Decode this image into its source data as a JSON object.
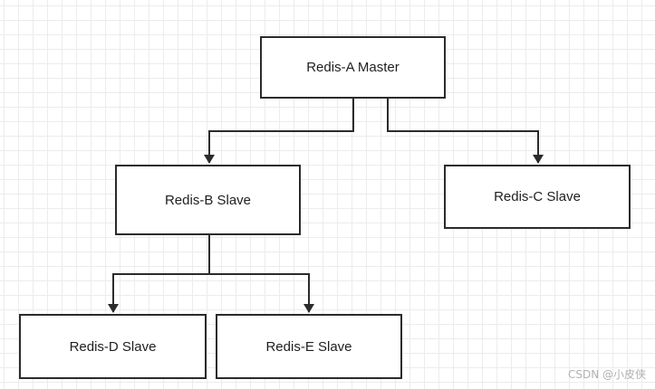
{
  "nodes": {
    "a": {
      "label": "Redis-A Master"
    },
    "b": {
      "label": "Redis-B Slave"
    },
    "c": {
      "label": "Redis-C Slave"
    },
    "d": {
      "label": "Redis-D Slave"
    },
    "e": {
      "label": "Redis-E Slave"
    }
  },
  "edges": [
    {
      "from": "Redis-A Master",
      "to": "Redis-B Slave"
    },
    {
      "from": "Redis-A Master",
      "to": "Redis-C Slave"
    },
    {
      "from": "Redis-B Slave",
      "to": "Redis-D Slave"
    },
    {
      "from": "Redis-B Slave",
      "to": "Redis-E Slave"
    }
  ],
  "watermark": "CSDN @小皮侠",
  "colors": {
    "stroke": "#2b2b2b",
    "background": "#ffffff",
    "grid": "#ececec"
  }
}
